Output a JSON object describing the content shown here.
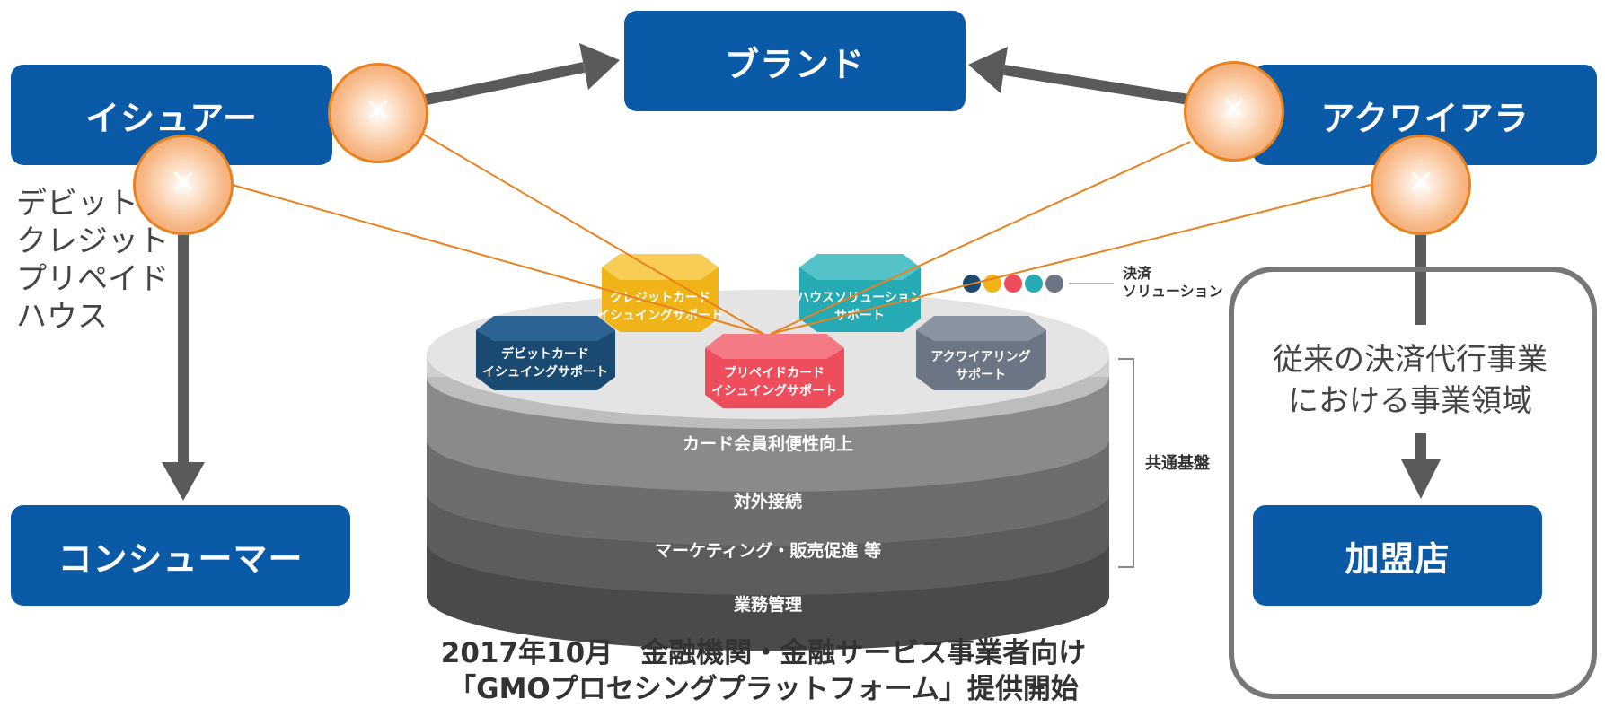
{
  "nodes": {
    "issuer": "イシュアー",
    "brand": "ブランド",
    "acquirer": "アクワイアラ",
    "consumer": "コンシューマー",
    "merchant": "加盟店"
  },
  "issuer_card_types": [
    "デビット",
    "クレジット",
    "プリペイド",
    "ハウス"
  ],
  "legacy_area": [
    "従来の決済代行事業",
    "における事業領域"
  ],
  "solutions": [
    {
      "line1": "クレジットカード",
      "line2": "イシュイングサポート",
      "color": "#f1b418"
    },
    {
      "line1": "ハウスソリューション",
      "line2": "サポート",
      "color": "#26aab3"
    },
    {
      "line1": "デビットカード",
      "line2": "イシュイングサポート",
      "color": "#1a4a72"
    },
    {
      "line1": "プリペイドカード",
      "line2": "イシュイングサポート",
      "color": "#ee4d5c"
    },
    {
      "line1": "アクワイアリング",
      "line2": "サポート",
      "color": "#6b7583"
    }
  ],
  "platform_layers": [
    "カード会員利便性向上",
    "対外接続",
    "マーケティング・販売促進 等",
    "業務管理"
  ],
  "legend": {
    "label_line1": "決済",
    "label_line2": "ソリューション",
    "dot_colors": [
      "#1a4a72",
      "#f1b418",
      "#ee4d5c",
      "#26aab3",
      "#6b7583"
    ]
  },
  "common_base_label": "共通基盤",
  "caption": [
    "2017年10月　金融機関・金融サービス事業者向け",
    "「GMOプロセシングプラットフォーム」提供開始"
  ],
  "colors": {
    "box_blue": "#0a5aa8",
    "arrow_gray": "#5a5a5a",
    "link_orange": "#e8821e"
  }
}
